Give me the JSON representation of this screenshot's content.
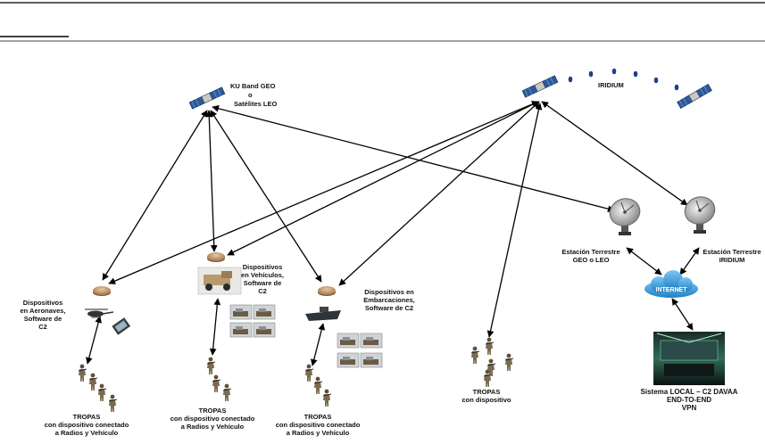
{
  "colors": {
    "line": "#000000",
    "sat_panel": "#2d5a9c",
    "dome": "#c9a27a",
    "cloud": "#3aa0e0",
    "troop": "#7a6a4f"
  },
  "satellites": {
    "geo_label_line1": "KU Band GEO",
    "geo_label_line2": "o",
    "geo_label_line3": "Satélites LEO",
    "iridium_label": "IRIDIUM"
  },
  "nodes": {
    "aircraft": {
      "line1": "Dispositivos",
      "line2": "en Aeronaves,",
      "line3": "Software de",
      "line4": "C2"
    },
    "vehicles": {
      "line1": "Dispositivos",
      "line2": "en Vehículos,",
      "line3": "Software de",
      "line4": "C2"
    },
    "ships": {
      "line1": "Dispositivos en",
      "line2": "Embarcaciones,",
      "line3": "Software de C2"
    }
  },
  "stations": {
    "geo": {
      "line1": "Estación Terrestre",
      "line2": "GEO o LEO"
    },
    "iridium": {
      "line1": "Estación Terrestre",
      "line2": "IRIDIUM"
    }
  },
  "internet_label": "INTERNET",
  "troops": [
    {
      "line1": "TROPAS",
      "line2": "con dispositivo conectado",
      "line3": "a Radios y Vehículo"
    },
    {
      "line1": "TROPAS",
      "line2": "con dispositivo conectado",
      "line3": "a Radios y Vehículo"
    },
    {
      "line1": "TROPAS",
      "line2": "con dispositivo conectado",
      "line3": "a Radios y Vehículo"
    },
    {
      "line1": "TROPAS",
      "line2": "con dispositivo"
    }
  ],
  "local_system": {
    "line1": "Sistema LOCAL – C2 DAVAA",
    "line2": "END-TO-END",
    "line3": "VPN"
  },
  "icons": [
    "satellite-icon",
    "satellite-dish-icon",
    "cloud-icon",
    "helicopter-icon",
    "truck-icon",
    "boat-icon",
    "soldier-icon",
    "monitor-icon",
    "device-dome-icon"
  ]
}
